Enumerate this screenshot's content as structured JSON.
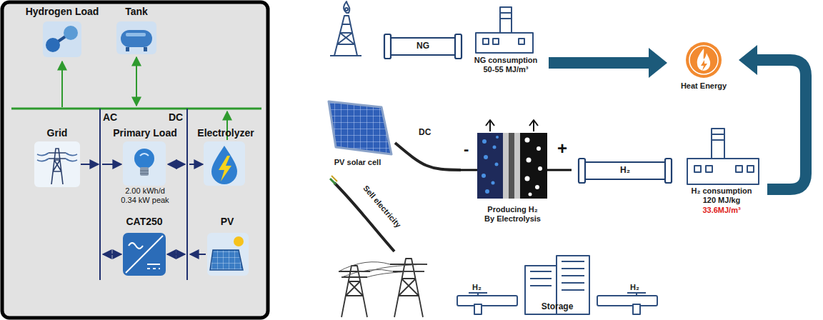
{
  "diagram": {
    "nodes": [
      {
        "text": [
          "Hydrogen Load"
        ]
      },
      {
        "text": [
          "Tank"
        ]
      },
      {
        "text": [
          "Grid"
        ]
      },
      {
        "text": [
          "Primary Load",
          "2.00 kWh/d 0.34 kW peak"
        ]
      },
      {
        "text": [
          "Electrolyzer"
        ]
      },
      {
        "text": [
          "CAT250"
        ]
      },
      {
        "text": [
          "PV"
        ]
      },
      {
        "text": [
          "NG"
        ]
      },
      {
        "text": [
          "NG consumption 50-55 MJ/m³"
        ]
      },
      {
        "text": [
          "Heat Energy"
        ]
      },
      {
        "text": [
          "PV solar cell"
        ]
      },
      {
        "text": [
          "Producing H₂ By Electrolysis"
        ]
      },
      {
        "text": [
          "H₂"
        ]
      },
      {
        "text": [
          "H₂ consumption 120 MJ/kg",
          "33.6MJ/m³"
        ]
      },
      {
        "text": [
          "Storage"
        ]
      }
    ],
    "edges": [
      {
        "from": 8,
        "to": 9,
        "arrow": "to"
      },
      {
        "from": 13,
        "to": 9,
        "arrow": "to"
      },
      {
        "from": 10,
        "to": 11,
        "label": "DC",
        "arrow": "none"
      }
    ],
    "labels": [
      "AC",
      "DC",
      "Sell electricity",
      "-",
      "+",
      "H₂",
      "H₂"
    ]
  }
}
